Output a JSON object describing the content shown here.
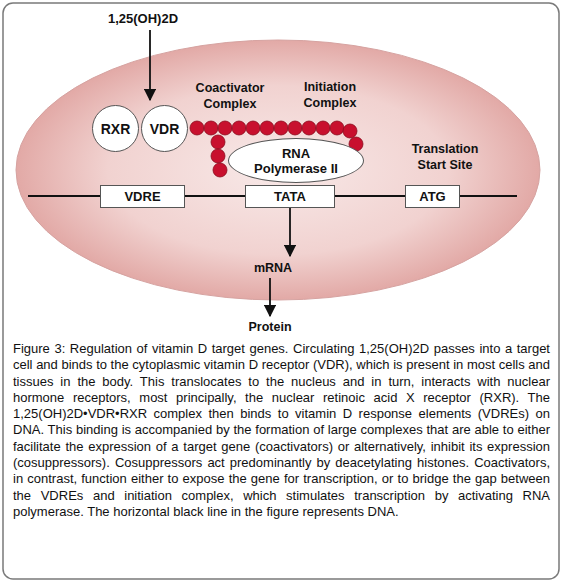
{
  "diagram": {
    "caption": "Figure 3: Regulation of vitamin D target genes. Circulating 1,25(OH)2D passes into a target cell and binds to the cytoplasmic vitamin D receptor (VDR), which is present in most cells and tissues in the body. This translocates to the nucleus and in turn, interacts with nuclear hormone receptors, most principally, the nuclear retinoic acid X receptor (RXR). The 1,25(OH)2D•VDR•RXR complex then binds to vitamin D response elements (VDREs) on DNA. This binding is accompanied by the formation of large complexes that are able to either facilitate the expression of a target gene (coactivators) or alternatively, inhibit its expression (cosuppressors). Cosuppressors act predominantly by deacetylating histones. Coactivators, in contrast, function either to expose the gene for transcription, or to bridge the gap between the VDREs and initiation complex, which stimulates transcription by activating RNA polymerase. The horizontal black line in the figure represents DNA.",
    "nodes": [
      {
        "text": [
          "RXR"
        ]
      },
      {
        "text": [
          "VDR"
        ]
      },
      {
        "text": [
          "RNA Polymerase II"
        ]
      },
      {
        "text": [
          "VDRE"
        ]
      },
      {
        "text": [
          "TATA"
        ]
      },
      {
        "text": [
          "ATG"
        ]
      }
    ],
    "labels": [
      "1,25(OH)2D",
      "Coactivator Complex",
      "Initiation Complex",
      "Translation Start Site",
      "mRNA",
      "Protein"
    ]
  }
}
